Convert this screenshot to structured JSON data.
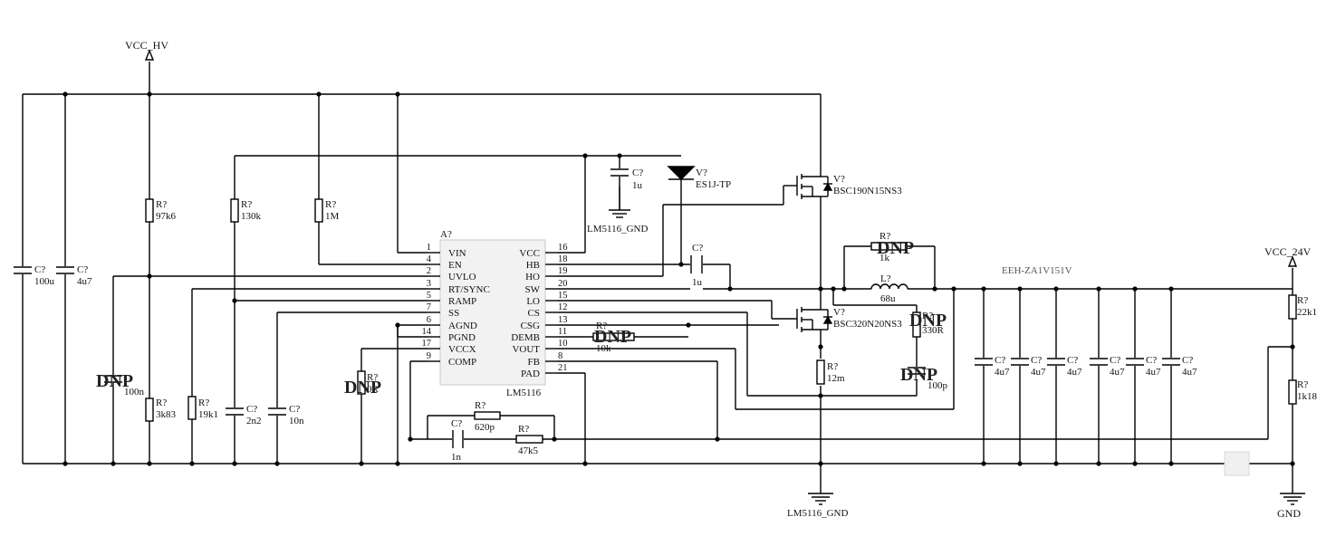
{
  "nets": {
    "vcc_hv": "VCC_HV",
    "vcc_24v": "VCC_24V",
    "gnd": "GND",
    "lm5116_gnd_top": "LM5116_GND",
    "lm5116_gnd_bottom": "LM5116_GND",
    "eeh_label": "EEH-ZA1V151V"
  },
  "ic": {
    "designator": "A?",
    "part": "LM5116",
    "left_pins": [
      {
        "num": "1",
        "name": "VIN"
      },
      {
        "num": "4",
        "name": "EN"
      },
      {
        "num": "2",
        "name": "UVLO"
      },
      {
        "num": "3",
        "name": "RT/SYNC"
      },
      {
        "num": "5",
        "name": "RAMP"
      },
      {
        "num": "7",
        "name": "SS"
      },
      {
        "num": "6",
        "name": "AGND"
      },
      {
        "num": "14",
        "name": "PGND"
      },
      {
        "num": "17",
        "name": "VCCX"
      },
      {
        "num": "9",
        "name": "COMP"
      }
    ],
    "right_pins": [
      {
        "num": "16",
        "name": "VCC"
      },
      {
        "num": "18",
        "name": "HB"
      },
      {
        "num": "19",
        "name": "HO"
      },
      {
        "num": "20",
        "name": "SW"
      },
      {
        "num": "15",
        "name": "LO"
      },
      {
        "num": "12",
        "name": "CS"
      },
      {
        "num": "13",
        "name": "CSG"
      },
      {
        "num": "11",
        "name": "DEMB"
      },
      {
        "num": "10",
        "name": "VOUT"
      },
      {
        "num": "8",
        "name": "FB"
      },
      {
        "num": "21",
        "name": "PAD"
      }
    ]
  },
  "parts": {
    "c_100u": {
      "ref": "C?",
      "val": "100u"
    },
    "c_4u7_in": {
      "ref": "C?",
      "val": "4u7"
    },
    "r_97k6": {
      "ref": "R?",
      "val": "97k6"
    },
    "r_3k83": {
      "ref": "R?",
      "val": "3k83"
    },
    "c_100n": {
      "ref": "",
      "val": "100n"
    },
    "r_130k": {
      "ref": "R?",
      "val": "130k"
    },
    "r_1m": {
      "ref": "R?",
      "val": "1M"
    },
    "r_19k1": {
      "ref": "R?",
      "val": "19k1"
    },
    "c_2n2": {
      "ref": "C?",
      "val": "2n2"
    },
    "c_10n": {
      "ref": "C?",
      "val": "10n"
    },
    "r_vccx": {
      "ref": "R?",
      "val": "0R"
    },
    "c_vcc": {
      "ref": "C?",
      "val": "1u"
    },
    "d_boot": {
      "ref": "V?",
      "val": "ES1J-TP"
    },
    "c_boot": {
      "ref": "C?",
      "val": "1u"
    },
    "q_high": {
      "ref": "V?",
      "val": "BSC190N15NS3"
    },
    "q_low": {
      "ref": "V?",
      "val": "BSC320N20NS3"
    },
    "r_dcr": {
      "ref": "R?",
      "val": "1k"
    },
    "l_main": {
      "ref": "L?",
      "val": "68u"
    },
    "r_snub": {
      "ref": "R?",
      "val": "330R"
    },
    "c_snub": {
      "ref": "",
      "val": "100p"
    },
    "r_sense": {
      "ref": "R?",
      "val": "12m"
    },
    "r_demb": {
      "ref": "R?",
      "val": "10k"
    },
    "r_comp": {
      "ref": "R?",
      "val": "620p"
    },
    "c_comp": {
      "ref": "C?",
      "val": "1n"
    },
    "r_47k5": {
      "ref": "R?",
      "val": "47k5"
    },
    "c_out": [
      {
        "ref": "C?",
        "val": "4u7"
      },
      {
        "ref": "C?",
        "val": "4u7"
      },
      {
        "ref": "C?",
        "val": "4u7"
      },
      {
        "ref": "C?",
        "val": "4u7"
      },
      {
        "ref": "C?",
        "val": "4u7"
      },
      {
        "ref": "C?",
        "val": "4u7"
      }
    ],
    "r_22k1": {
      "ref": "R?",
      "val": "22k1"
    },
    "r_1k18": {
      "ref": "R?",
      "val": "1k18"
    }
  },
  "dnp_marks": [
    "DNP",
    "DNP",
    "DNP",
    "DNP",
    "DNP",
    "DNP"
  ]
}
